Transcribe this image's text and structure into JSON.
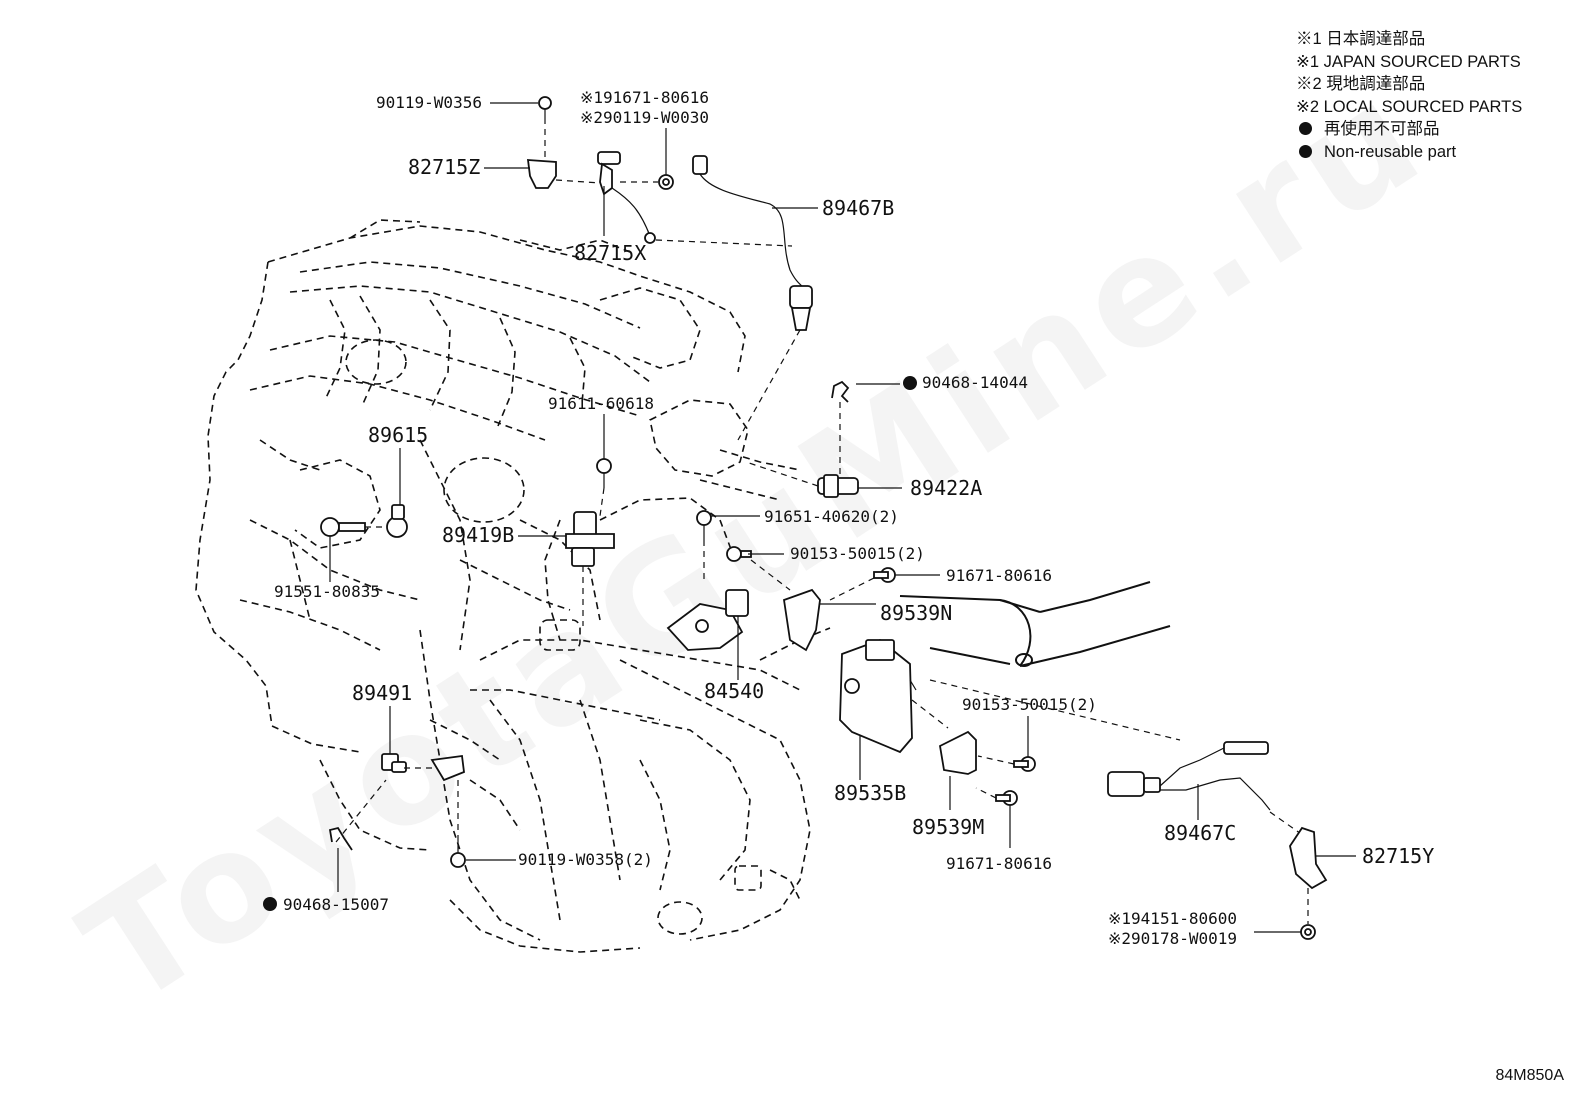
{
  "legend": {
    "note1_jp": "※1 日本調達部品",
    "note1_en": "※1 JAPAN SOURCED PARTS",
    "note2_jp": "※2 現地調達部品",
    "note2_en": "※2 LOCAL SOURCED PARTS",
    "nonreusable_jp": "再使用不可部品",
    "nonreusable_en": "Non-reusable part"
  },
  "watermark": "ToyotaGuMine.ru",
  "diagram_ref": "84M850A",
  "parts": {
    "p90119_W0356": "90119-W0356",
    "p82715Z": "82715Z",
    "p191671_80616": "※191671-80616",
    "p290119_W0030": "※290119-W0030",
    "p89467B": "89467B",
    "p82715X": "82715X",
    "p90468_14044": "90468-14044",
    "p91611_60618": "91611-60618",
    "p89615": "89615",
    "p89422A": "89422A",
    "p89419B": "89419B",
    "p91651_40620": "91651-40620(2)",
    "p90153_50015_a": "90153-50015(2)",
    "p91671_80616_a": "91671-80616",
    "p91551_80835": "91551-80835",
    "p89539N": "89539N",
    "p84540": "84540",
    "p89491": "89491",
    "p90153_50015_b": "90153-50015(2)",
    "p89535B": "89535B",
    "p89539M": "89539M",
    "p89467C": "89467C",
    "p82715Y": "82715Y",
    "p91671_80616_b": "91671-80616",
    "p90119_W0358": "90119-W0358(2)",
    "p90468_15007": "90468-15007",
    "p194151_80600": "※194151-80600",
    "p290178_W0019": "※290178-W0019"
  }
}
